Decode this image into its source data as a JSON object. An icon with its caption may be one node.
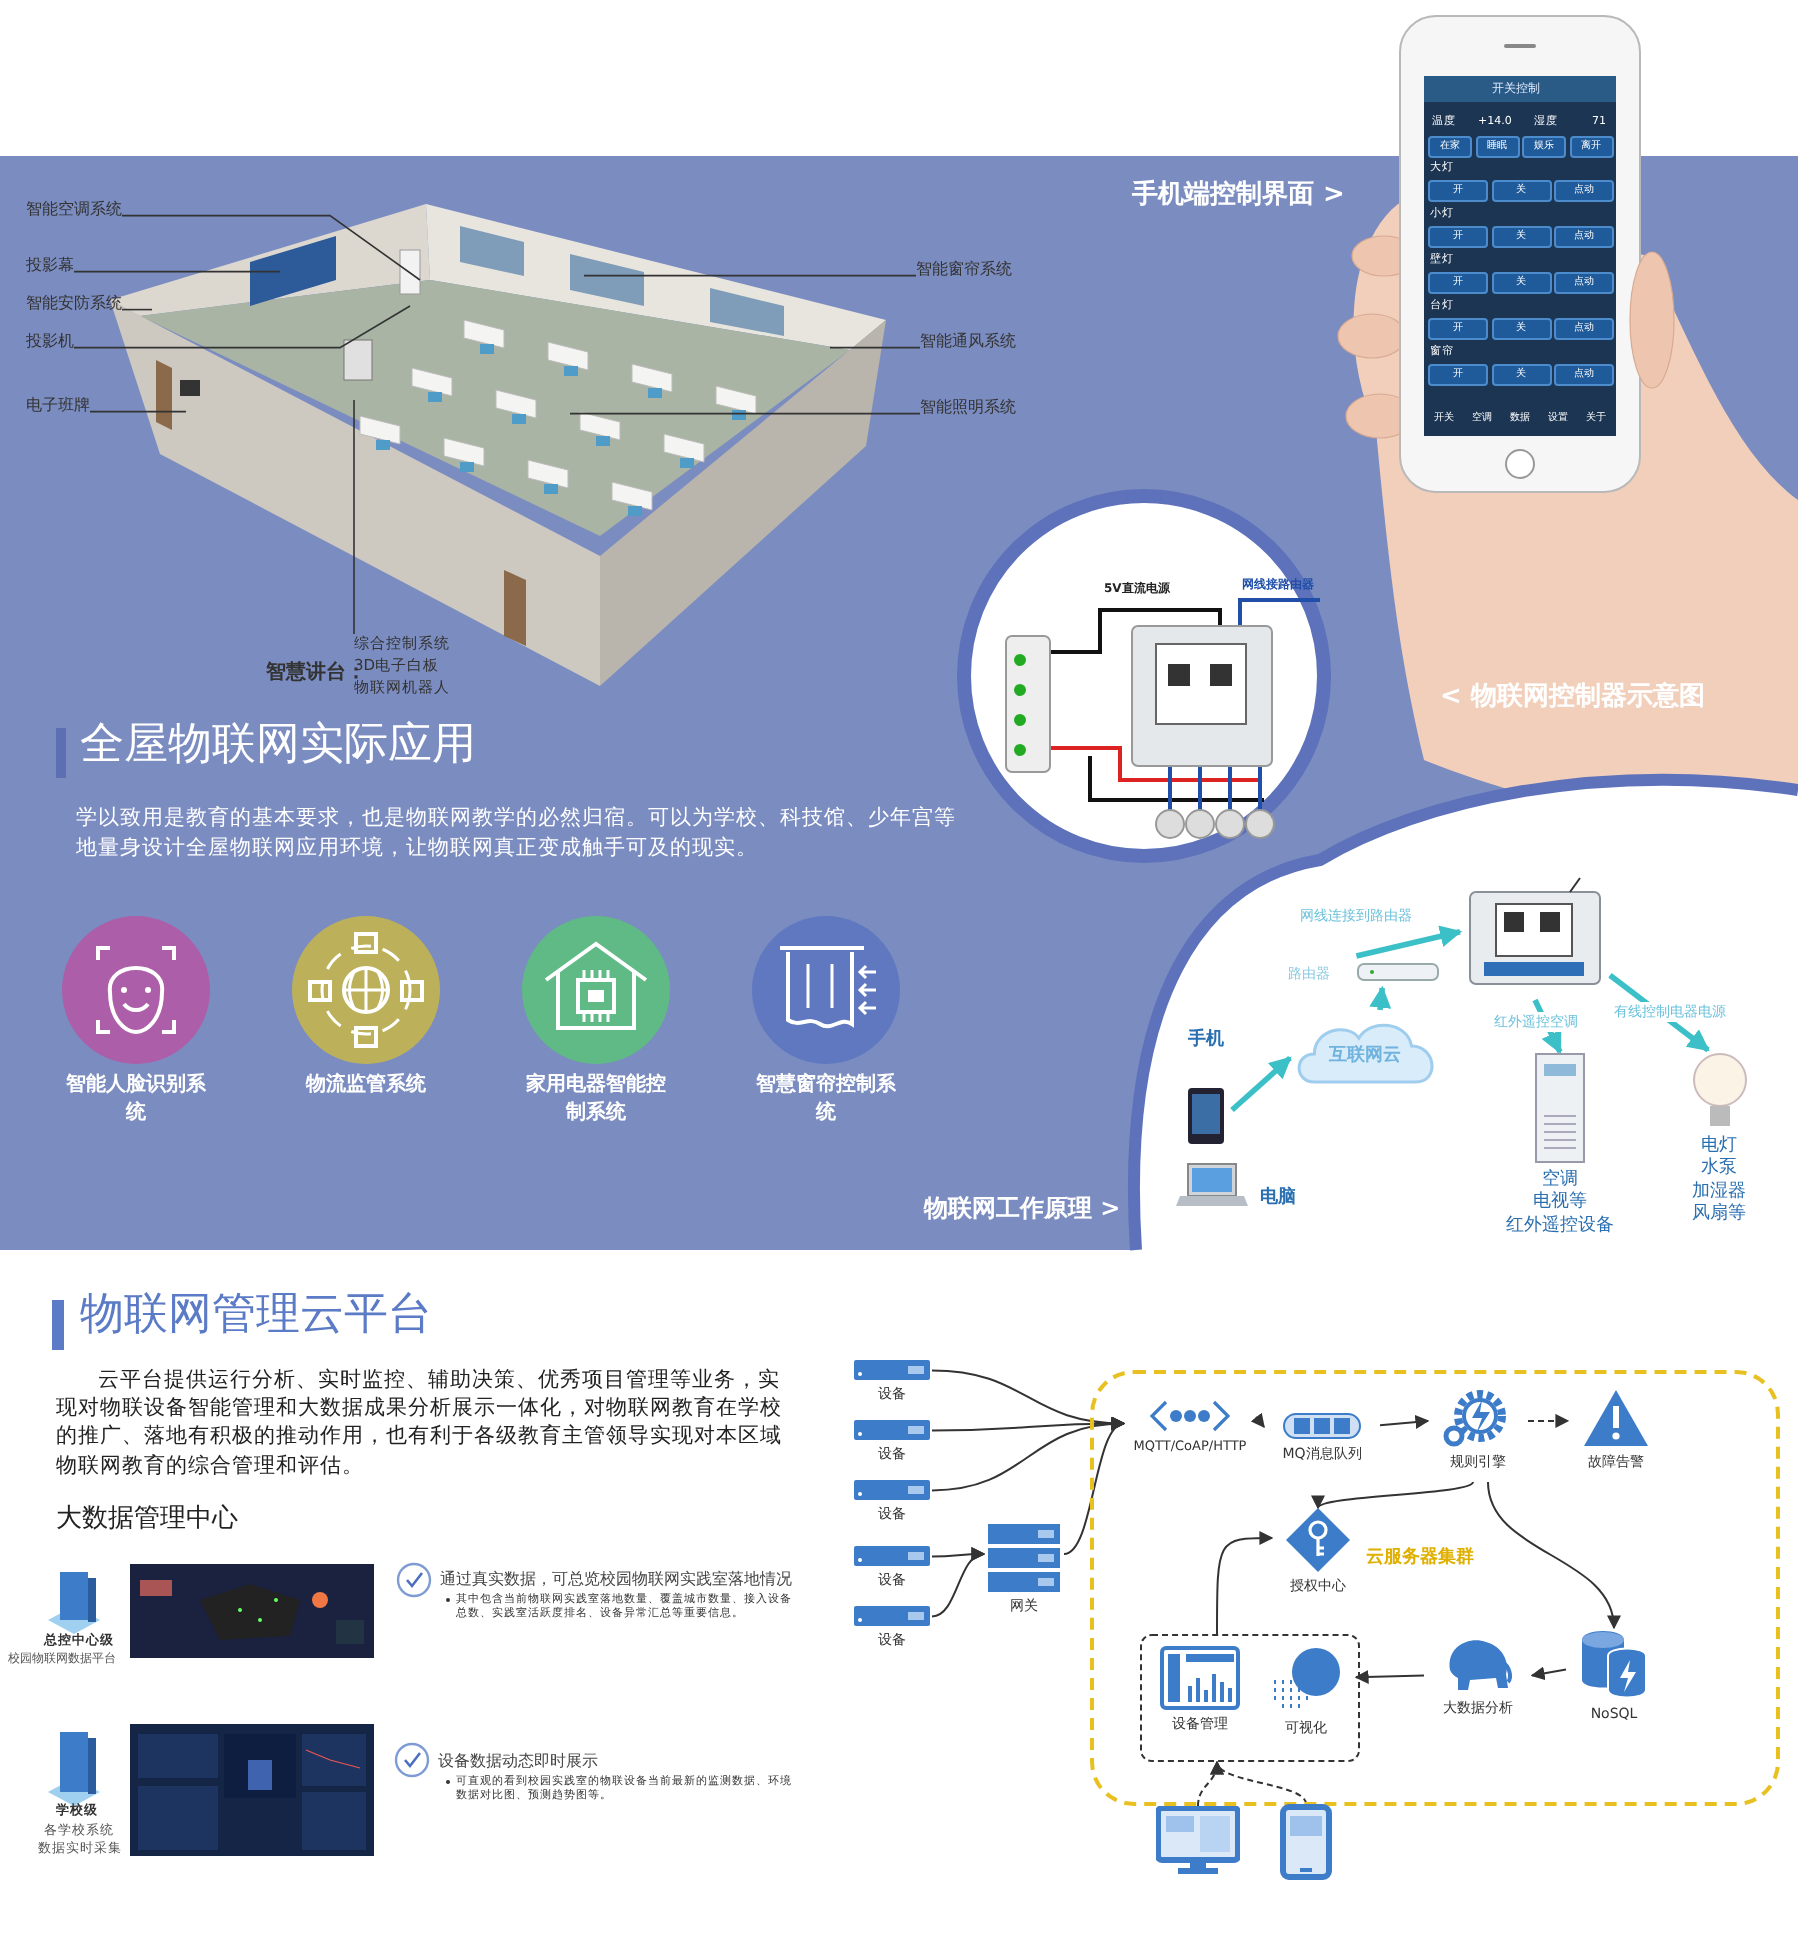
{
  "diagram": {
    "nodes": [
      {
        "text": [
          "智能空调系统"
        ]
      },
      {
        "text": [
          "投影幕"
        ]
      },
      {
        "text": [
          "智能安防系统"
        ]
      },
      {
        "text": [
          "投影机"
        ]
      },
      {
        "text": [
          "电子班牌"
        ]
      },
      {
        "text": [
          "智能窗帘系统"
        ]
      },
      {
        "text": [
          "智能通风系统"
        ]
      },
      {
        "text": [
          "智能照明系统"
        ]
      },
      {
        "text": [
          "智慧讲台：",
          "综合控制系统",
          "3D电子白板",
          "物联网机器人"
        ]
      },
      {
        "text": [
          "手机"
        ]
      },
      {
        "text": [
          "电脑"
        ]
      },
      {
        "text": [
          "互联网云"
        ]
      },
      {
        "text": [
          "路由器"
        ]
      },
      {
        "text": [],
        "shape": "picture"
      },
      {
        "text": [
          "空调电视等红外遥控设备"
        ]
      },
      {
        "text": [
          "电灯水泵加湿器风扇等"
        ]
      },
      {
        "text": [
          "智能人脸识别系统"
        ]
      },
      {
        "text": [
          "物流监管系统"
        ]
      },
      {
        "text": [
          "家用电器智能控制系统"
        ]
      },
      {
        "text": [
          "智慧窗帘控制系统"
        ]
      },
      {
        "text": [
          "云服务器集群"
        ]
      },
      {
        "text": [
          "设备"
        ]
      },
      {
        "text": [
          "设备"
        ]
      },
      {
        "text": [
          "设备"
        ]
      },
      {
        "text": [
          "设备"
        ]
      },
      {
        "text": [
          "设备"
        ]
      },
      {
        "text": [
          "网关"
        ]
      },
      {
        "text": [
          "MQTT/CoAP/HTTP"
        ],
        "in": 20
      },
      {
        "text": [
          "MQ消息队列"
        ],
        "in": 20
      },
      {
        "text": [
          "规则引擎"
        ],
        "in": 20
      },
      {
        "text": [
          "故障告警"
        ],
        "in": 20
      },
      {
        "text": [
          "授权中心"
        ],
        "in": 20
      },
      {
        "text": [],
        "shape": "box",
        "in": 20
      },
      {
        "text": [
          "设备管理"
        ],
        "in": 32
      },
      {
        "text": [
          "可视化"
        ],
        "in": 32
      },
      {
        "text": [
          "大数据分析"
        ],
        "in": 20
      },
      {
        "text": [
          "NoSQL"
        ],
        "in": 20
      },
      {
        "text": [],
        "shape": "picture"
      },
      {
        "text": [],
        "shape": "picture"
      }
    ],
    "edges": [
      {
        "from": 0,
        "to": null,
        "arrow": "none"
      },
      {
        "from": 1,
        "to": null,
        "arrow": "none"
      },
      {
        "from": 2,
        "to": null,
        "arrow": "none"
      },
      {
        "from": 3,
        "to": null,
        "arrow": "none"
      },
      {
        "from": 4,
        "to": null,
        "arrow": "none"
      },
      {
        "from": 5,
        "to": null,
        "arrow": "none"
      },
      {
        "from": 6,
        "to": null,
        "arrow": "none"
      },
      {
        "from": 7,
        "to": null,
        "arrow": "none"
      },
      {
        "from": 8,
        "to": null,
        "arrow": "none"
      },
      {
        "from": 9,
        "to": 11,
        "arrow": "to",
        "style": "thick",
        "color": "#3cc0c8"
      },
      {
        "from": 11,
        "to": 12,
        "arrow": "to",
        "style": "thick",
        "color": "#3cc0c8"
      },
      {
        "from": 12,
        "to": 13,
        "arrow": "to",
        "label": "网线连接到路由器",
        "style": "thick",
        "color": "#3cc0c8"
      },
      {
        "from": 13,
        "to": 14,
        "arrow": "to",
        "label": "红外遥控空调",
        "style": "thick",
        "color": "#3cc0c8"
      },
      {
        "from": 13,
        "to": 15,
        "arrow": "to",
        "label": "有线控制电器电源",
        "style": "thick",
        "color": "#3cc0c8"
      },
      {
        "from": 21,
        "to": 27,
        "arrow": "to"
      },
      {
        "from": 22,
        "to": 27,
        "arrow": "to"
      },
      {
        "from": 23,
        "to": 27,
        "arrow": "to"
      },
      {
        "from": 24,
        "to": 26,
        "arrow": "to"
      },
      {
        "from": 25,
        "to": 26,
        "arrow": "to"
      },
      {
        "from": 26,
        "to": 27,
        "arrow": "to"
      },
      {
        "from": 27,
        "to": 28,
        "arrow": "to"
      },
      {
        "from": 28,
        "to": 29,
        "arrow": "to"
      },
      {
        "from": 29,
        "to": 30,
        "arrow": "to",
        "style": "dashed"
      },
      {
        "from": 29,
        "to": 31,
        "arrow": "to"
      },
      {
        "from": 29,
        "to": 36,
        "arrow": "to"
      },
      {
        "from": 36,
        "to": 35,
        "arrow": "to"
      },
      {
        "from": 35,
        "to": 34,
        "arrow": "to"
      },
      {
        "from": 32,
        "to": 31,
        "arrow": "to"
      },
      {
        "from": 37,
        "to": 32,
        "arrow": "to",
        "style": "dashed"
      },
      {
        "from": 38,
        "to": 32,
        "arrow": "to",
        "style": "dashed"
      }
    ],
    "labels": [
      "手机端控制界面 >",
      "开关控制",
      "温度",
      "+14.0",
      "湿度",
      "71",
      "在家",
      "睡眠",
      "娱乐",
      "离开",
      "大灯",
      "开",
      "关",
      "点动",
      "小灯",
      "开",
      "关",
      "点动",
      "壁灯",
      "开",
      "关",
      "点动",
      "台灯",
      "开",
      "关",
      "点动",
      "窗帘",
      "开",
      "关",
      "点动",
      "开关",
      "空调",
      "数据",
      "设置",
      "关于",
      "5V直流电源",
      "网线接路由器",
      "< 物联网控制器示意图",
      "全屋物联网实际应用",
      "学以致用是教育的基本要求，也是物联网教学的必然归宿。可以为学校、科技馆、少年宫等地量身设计全屋物联网应用环境，让物联网真正变成触手可及的现实。",
      "物联网工作原理 >",
      "物联网管理云平台",
      "云平台提供运行分析、实时监控、辅助决策、优秀项目管理等业务，实现对物联设备智能管理和大数据成果分析展示一体化，对物联网教育在学校的推广、落地有积极的推动作用，也有利于各级教育主管领导实现对本区域物联网教育的综合管理和评估。",
      "大数据管理中心",
      "总控中心级",
      "校园物联网数据平台",
      "通过真实数据，可总览校园物联网实践室落地情况",
      "其中包含当前物联网实践室落地数量、覆盖城市数量、接入设备总数、实践室活跃度排名、设备异常汇总等重要信息。",
      "学校级",
      "各学校系统",
      "数据实时采集",
      "设备数据动态即时展示",
      "可直观的看到校园实践室的物联设备当前最新的监测数据、环境数据对比图、预测趋势图等。"
    ]
  }
}
